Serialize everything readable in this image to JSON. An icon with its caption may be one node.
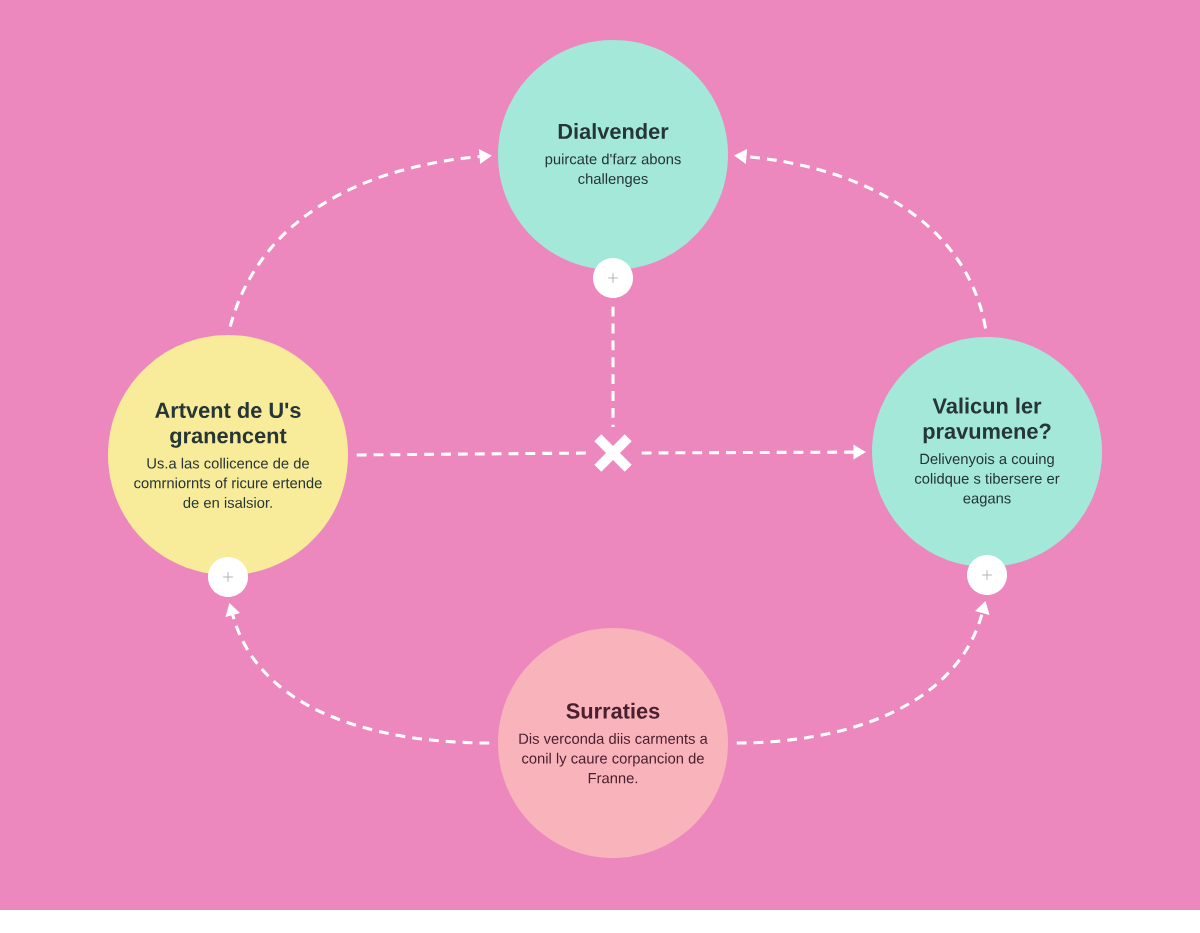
{
  "diagram": {
    "nodes": [
      {
        "text": [
          "Dialvender",
          "puircate d'farz abons challenges"
        ]
      },
      {
        "text": [],
        "shape": "circle"
      },
      {
        "text": [
          "Artvent de U's granencent",
          "Us.a las collicence de de comrniornts of ricure ertende de en isalsior."
        ]
      },
      {
        "text": [],
        "shape": "circle"
      },
      {
        "text": [],
        "shape": "cross"
      },
      {
        "text": [
          "Valicun ler pravumene?",
          "Delivenyois a couing colidque s tibersere er eagans"
        ]
      },
      {
        "text": [],
        "shape": "circle"
      },
      {
        "text": [
          "Surraties",
          "Dis verconda diis carments a conil ly caure corpancion de Franne."
        ]
      }
    ],
    "edges": [
      {
        "from": 2,
        "to": 0,
        "arrow": "to",
        "style": "dashed"
      },
      {
        "from": 5,
        "to": 0,
        "arrow": "to",
        "style": "dashed"
      },
      {
        "from": 1,
        "to": 4,
        "arrow": "none",
        "style": "dashed"
      },
      {
        "from": 2,
        "to": 4,
        "arrow": "none",
        "style": "dashed"
      },
      {
        "from": 4,
        "to": 5,
        "arrow": "to",
        "style": "dashed"
      },
      {
        "from": 7,
        "to": 3,
        "arrow": "to",
        "style": "dashed"
      },
      {
        "from": 7,
        "to": 6,
        "arrow": "to",
        "style": "dashed"
      }
    ]
  }
}
